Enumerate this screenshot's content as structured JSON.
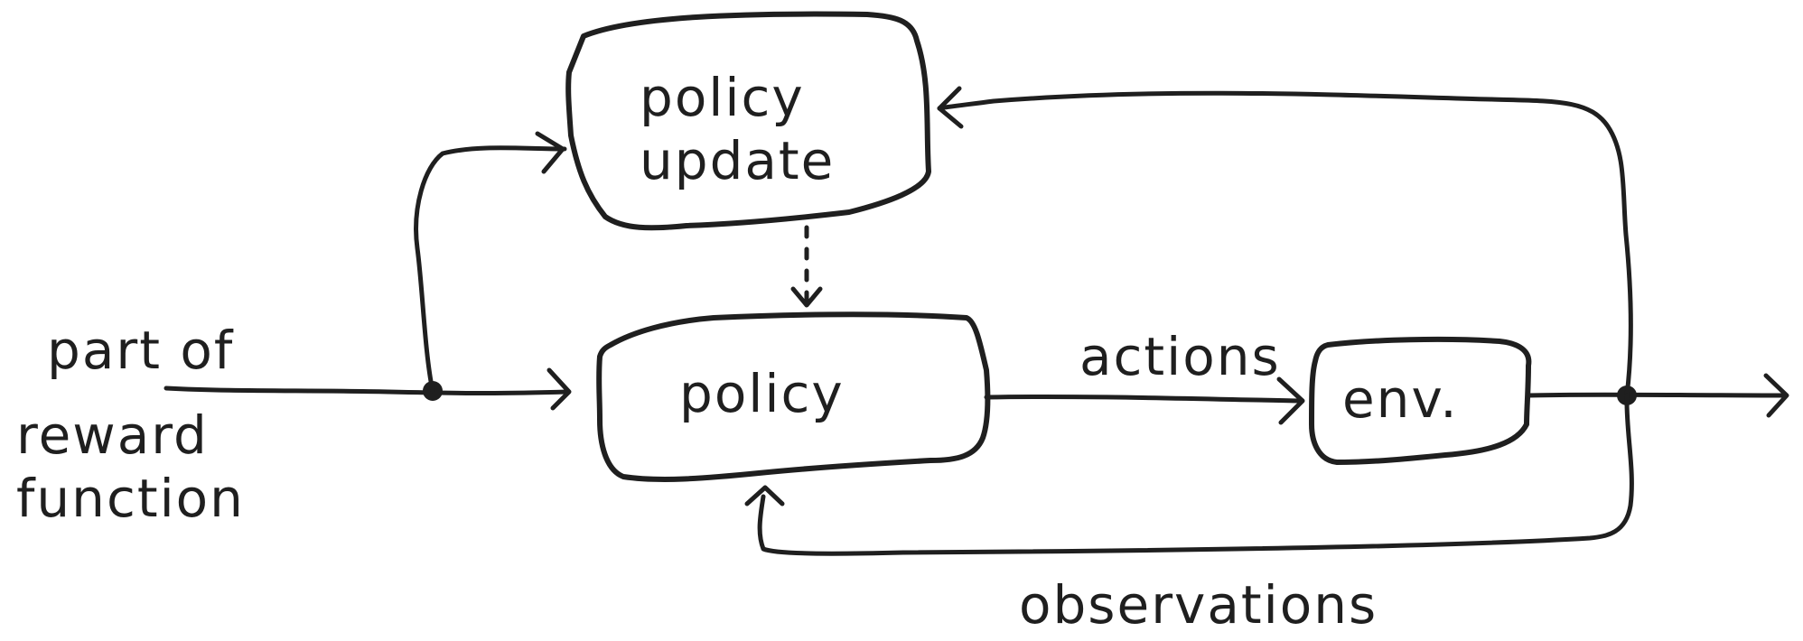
{
  "diagram": {
    "nodes": {
      "policy_update": {
        "line1": "policy",
        "line2": "update"
      },
      "policy": {
        "label": "policy"
      },
      "env": {
        "label": "env."
      }
    },
    "edges": {
      "actions": "actions",
      "observations": "observations"
    },
    "input": {
      "line1": "part of",
      "line2": "reward",
      "line3": "function"
    }
  }
}
